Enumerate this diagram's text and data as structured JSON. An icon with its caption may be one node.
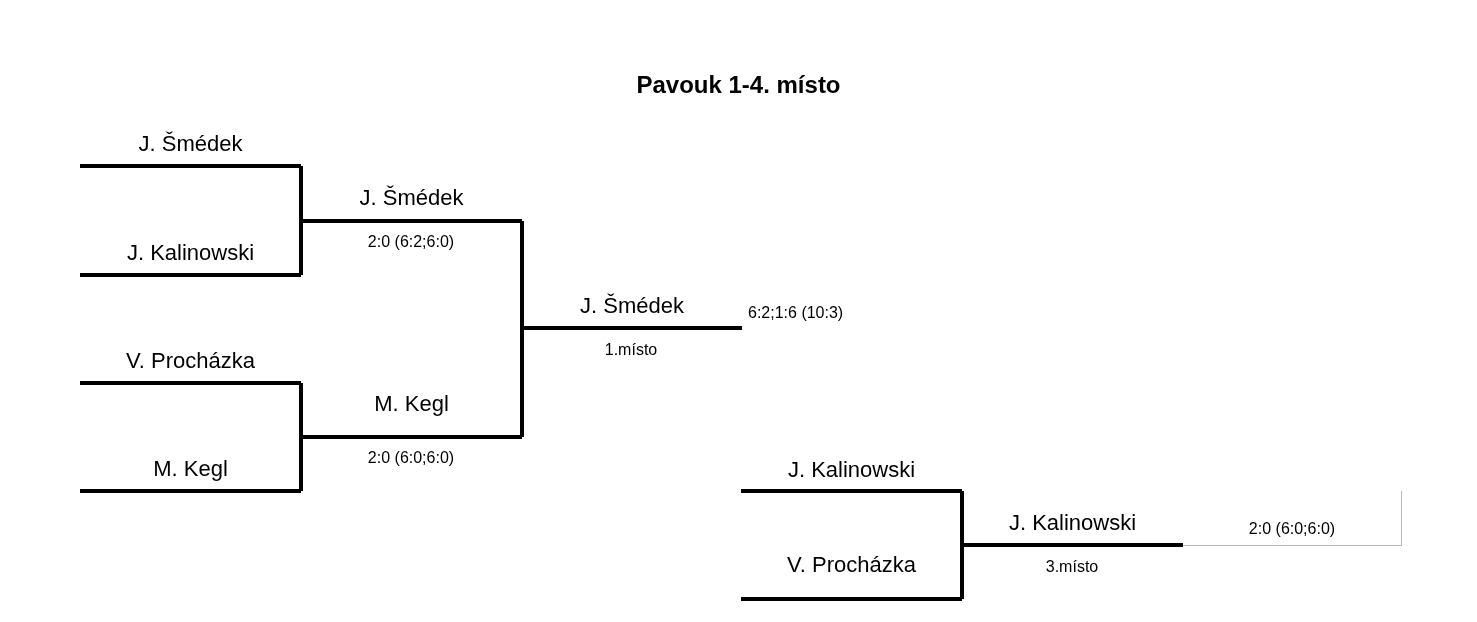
{
  "diagram": {
    "title": "Pavouk 1-4. místo",
    "nodes": [
      {
        "text": [
          "J. Šmédek"
        ]
      },
      {
        "text": [
          "J. Kalinowski"
        ]
      },
      {
        "text": [
          "J. Šmédek"
        ],
        "beside": [
          "2:0 (6:2;6:0)"
        ]
      },
      {
        "text": [
          "V. Procházka"
        ]
      },
      {
        "text": [
          "M. Kegl"
        ]
      },
      {
        "text": [
          "M. Kegl"
        ],
        "beside": [
          "2:0 (6:0;6:0)"
        ]
      },
      {
        "text": [
          "J. Šmédek"
        ],
        "beside": [
          "6:2;1:6 (10:3)",
          "1.místo"
        ]
      },
      {
        "text": [
          "J. Kalinowski"
        ]
      },
      {
        "text": [
          "V. Procházka"
        ]
      },
      {
        "text": [
          "J. Kalinowski"
        ],
        "beside": [
          "3.místo"
        ]
      },
      {
        "text": [
          "2:0 (6:0;6:0)"
        ]
      }
    ],
    "edges": [
      {
        "from": 0,
        "to": 2,
        "arrow": "none"
      },
      {
        "from": 1,
        "to": 2,
        "arrow": "none"
      },
      {
        "from": 3,
        "to": 5,
        "arrow": "none"
      },
      {
        "from": 4,
        "to": 5,
        "arrow": "none"
      },
      {
        "from": 2,
        "to": 6,
        "arrow": "none"
      },
      {
        "from": 5,
        "to": 6,
        "arrow": "none"
      },
      {
        "from": 7,
        "to": 9,
        "arrow": "none"
      },
      {
        "from": 8,
        "to": 9,
        "arrow": "none"
      }
    ]
  }
}
